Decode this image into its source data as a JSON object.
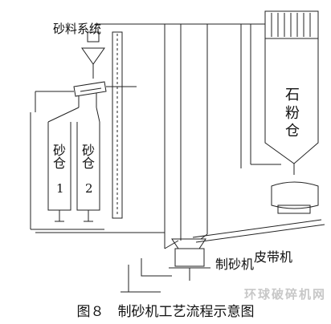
{
  "diagram": {
    "sand_system": "砂料系统",
    "silo_1": {
      "name": "砂仓",
      "number": "1"
    },
    "silo_2": {
      "name": "砂仓",
      "number": "2"
    },
    "stone_powder_silo": "石粉仓",
    "sand_maker": "制砂机",
    "belt_conveyor": "皮带机"
  },
  "caption": "图８　制砂机工艺流程示意图",
  "watermark": "环球破碎机网"
}
